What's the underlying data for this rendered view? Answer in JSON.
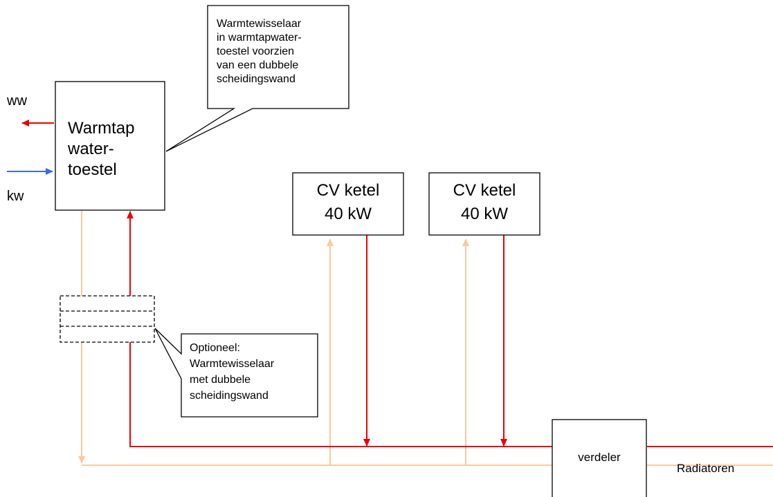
{
  "labels": {
    "ww": "ww",
    "kw": "kw",
    "radiatoren": "Radiatoren"
  },
  "heater": {
    "lines": [
      "Warmtap",
      "water-",
      "toestel"
    ]
  },
  "callout_top": {
    "lines": [
      "Warmtewisselaar",
      "in warmtapwater-",
      "toestel voorzien",
      "van een dubbele",
      "scheidingswand"
    ]
  },
  "callout_bottom": {
    "lines": [
      "Optioneel:",
      "Warmtewisselaar",
      "met dubbele",
      "scheidingswand"
    ]
  },
  "boilers": [
    {
      "line1": "CV ketel",
      "line2": "40 kW"
    },
    {
      "line1": "CV ketel",
      "line2": "40 kW"
    }
  ],
  "distributor": {
    "label": "verdeler"
  },
  "colors": {
    "supply": "#ee0000",
    "return": "#fcc99a",
    "cold_water": "#4169e1"
  }
}
